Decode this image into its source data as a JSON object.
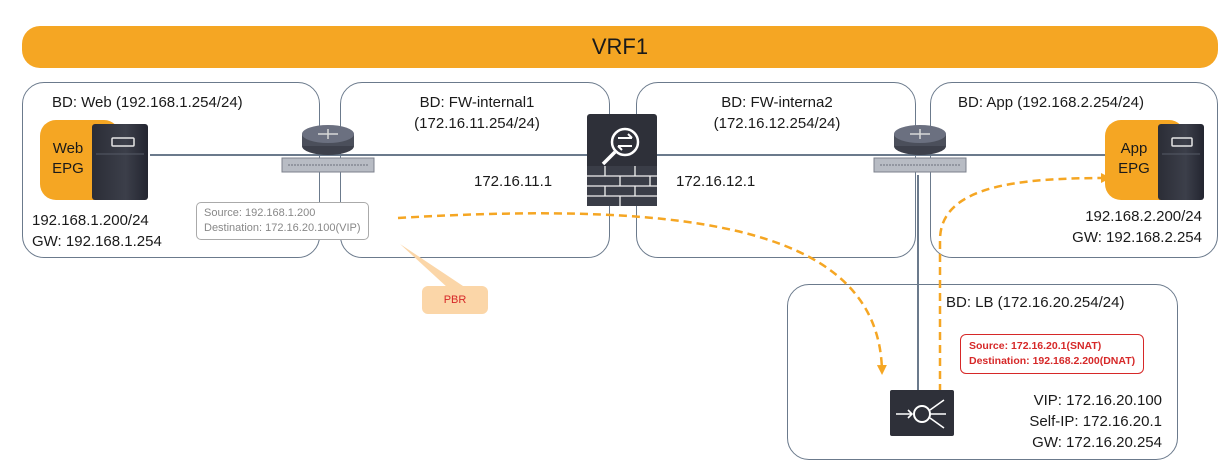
{
  "vrf": {
    "label": "VRF1"
  },
  "bridge_domains": {
    "web": {
      "title": "BD: Web (192.168.1.254/24)"
    },
    "fw_internal1": {
      "title_line1": "BD: FW-internal1",
      "title_line2": "(172.16.11.254/24)"
    },
    "fw_internal2": {
      "title_line1": "BD: FW-interna2",
      "title_line2": "(172.16.12.254/24)"
    },
    "app": {
      "title": "BD: App (192.168.2.254/24)"
    },
    "lb": {
      "title": "BD: LB (172.16.20.254/24)"
    }
  },
  "web_epg": {
    "line1": "Web",
    "line2": "EPG",
    "ip": "192.168.1.200/24",
    "gw": "GW: 192.168.1.254"
  },
  "app_epg": {
    "line1": "App",
    "line2": "EPG",
    "ip": "192.168.2.200/24",
    "gw": "GW: 192.168.2.254"
  },
  "firewall": {
    "left_ip": "172.16.11.1",
    "right_ip": "172.16.12.1"
  },
  "callout_web": {
    "source": "Source: 192.168.1.200",
    "destination": "Destination: 172.16.20.100(VIP)"
  },
  "pbr": {
    "label": "PBR"
  },
  "callout_lb": {
    "source": "Source: 172.16.20.1(SNAT)",
    "destination": "Destination: 192.168.2.200(DNAT)"
  },
  "load_balancer": {
    "vip": "VIP: 172.16.20.100",
    "self_ip": "Self-IP: 172.16.20.1",
    "gw": "GW: 172.16.20.254"
  },
  "icons": [
    "router-icon",
    "switch-icon",
    "firewall-icon",
    "load-balancer-icon",
    "server-icon"
  ],
  "colors": {
    "vrf": "#f5a623",
    "flow_arrow": "#f5a623",
    "snat_text": "#d62828",
    "pbr_bg": "#fbd6a8"
  }
}
